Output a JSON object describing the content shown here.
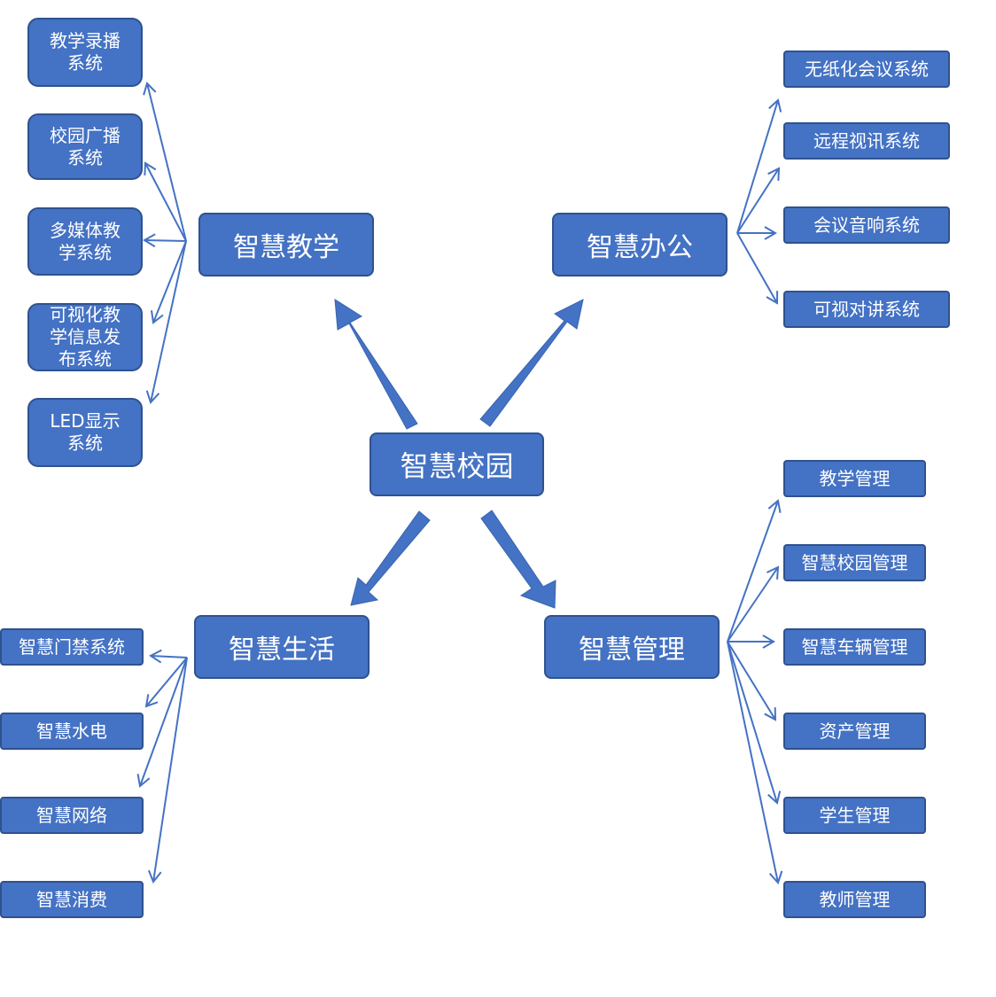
{
  "center": {
    "label": "智慧校园"
  },
  "categories": {
    "teaching": {
      "label": "智慧教学"
    },
    "office": {
      "label": "智慧办公"
    },
    "life": {
      "label": "智慧生活"
    },
    "management": {
      "label": "智慧管理"
    }
  },
  "teaching_items": [
    {
      "label": "教学录播\n系统"
    },
    {
      "label": "校园广播\n系统"
    },
    {
      "label": "多媒体教\n学系统"
    },
    {
      "label": "可视化教\n学信息发\n布系统"
    },
    {
      "label": "LED显示\n系统"
    }
  ],
  "office_items": [
    {
      "label": "无纸化会议系统"
    },
    {
      "label": "远程视讯系统"
    },
    {
      "label": "会议音响系统"
    },
    {
      "label": "可视对讲系统"
    }
  ],
  "life_items": [
    {
      "label": "智慧门禁系统"
    },
    {
      "label": "智慧水电"
    },
    {
      "label": "智慧网络"
    },
    {
      "label": "智慧消费"
    }
  ],
  "management_items": [
    {
      "label": "教学管理"
    },
    {
      "label": "智慧校园管理"
    },
    {
      "label": "智慧车辆管理"
    },
    {
      "label": "资产管理"
    },
    {
      "label": "学生管理"
    },
    {
      "label": "教师管理"
    }
  ],
  "colors": {
    "box_fill": "#4472c4",
    "box_border": "#2f528f",
    "text": "#ffffff",
    "connector": "#4472c4"
  }
}
